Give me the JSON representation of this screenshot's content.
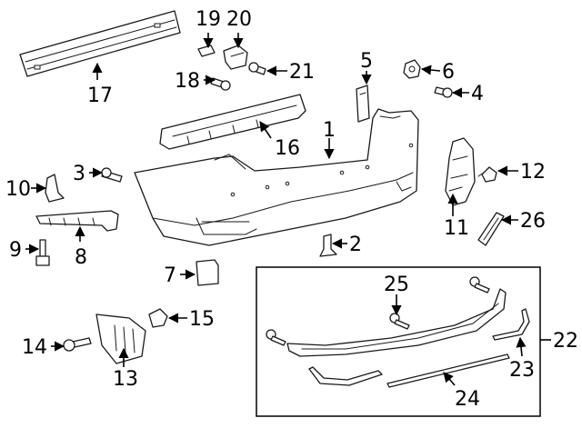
{
  "callouts": {
    "c1": "1",
    "c2": "2",
    "c3": "3",
    "c4": "4",
    "c5": "5",
    "c6": "6",
    "c7": "7",
    "c8": "8",
    "c9": "9",
    "c10": "10",
    "c11": "11",
    "c12": "12",
    "c13": "13",
    "c14": "14",
    "c15": "15",
    "c16": "16",
    "c17": "17",
    "c18": "18",
    "c19": "19",
    "c20": "20",
    "c21": "21",
    "c22": "22",
    "c23": "23",
    "c24": "24",
    "c25": "25",
    "c26": "26"
  },
  "colors": {
    "line": "#1a1a1a",
    "background": "#ffffff"
  }
}
